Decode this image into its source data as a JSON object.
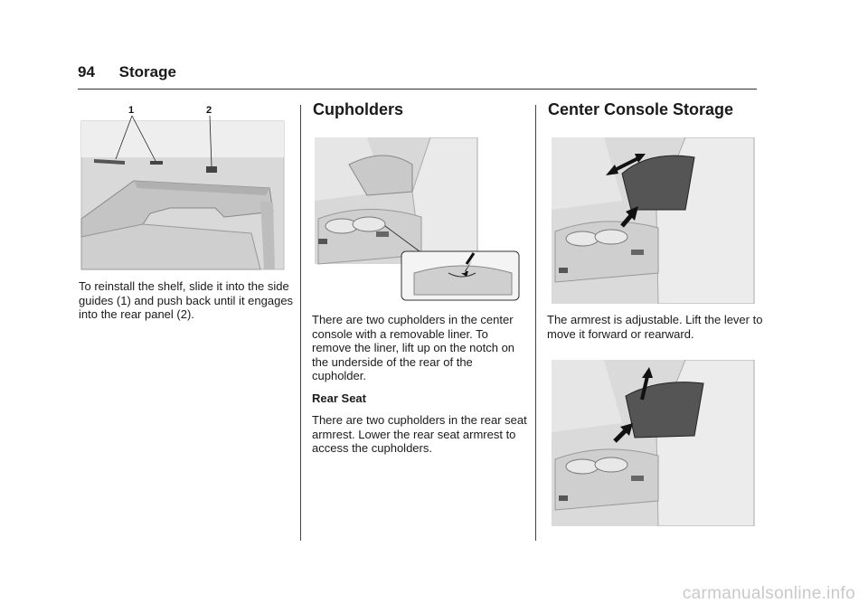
{
  "header": {
    "page_number": "94",
    "section": "Storage"
  },
  "col1": {
    "figure": {
      "callout_1": "1",
      "callout_2": "2"
    },
    "text": "To reinstall the shelf, slide it into the side guides (1) and push back until it engages into the rear panel (2)."
  },
  "col2": {
    "heading": "Cupholders",
    "text": "There are two cupholders in the center console with a removable liner. To remove the liner, lift up on the notch on the underside of the rear of the cupholder.",
    "subheading": "Rear Seat",
    "text2": "There are two cupholders in the rear seat armrest. Lower the rear seat armrest to access the cupholders."
  },
  "col3": {
    "heading": "Center Console Storage",
    "text": "The armrest is adjustable. Lift the lever to move it forward or rearward."
  },
  "watermark": "carmanualsonline.info"
}
